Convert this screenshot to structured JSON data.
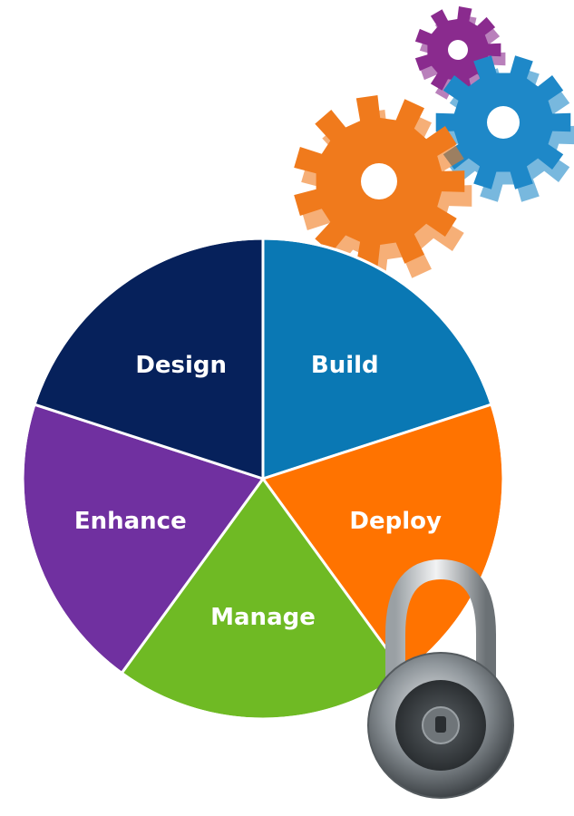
{
  "segments": [
    {
      "label": "Design",
      "color": "#06215b"
    },
    {
      "label": "Build",
      "color": "#0a78b4"
    },
    {
      "label": "Deploy",
      "color": "#ff7300"
    },
    {
      "label": "Manage",
      "color": "#6fba24"
    },
    {
      "label": "Enhance",
      "color": "#7030a0"
    }
  ],
  "decorations": {
    "gears": [
      {
        "name": "orange-gear-icon",
        "color": "#f07a1c"
      },
      {
        "name": "blue-gear-icon",
        "color": "#1e88c8"
      },
      {
        "name": "purple-gear-icon",
        "color": "#8a2b8e"
      }
    ],
    "lock": {
      "name": "combination-padlock-icon",
      "color": "#8c9296"
    }
  }
}
